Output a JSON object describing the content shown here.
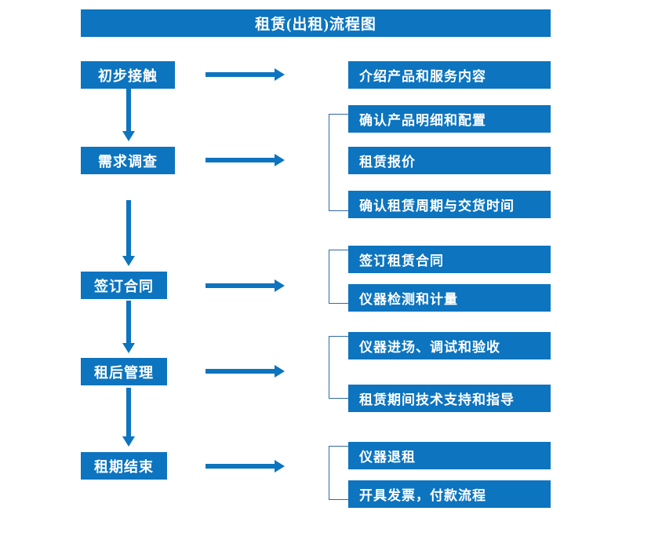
{
  "diagram": {
    "title": "租赁(出租)流程图",
    "accent_color": "#0d74bf",
    "bracket_color": "#2f6aa8",
    "text_color": "#ffffff",
    "background_color": "#ffffff"
  },
  "stages": [
    {
      "label": "初步接触"
    },
    {
      "label": "需求调查"
    },
    {
      "label": "签订合同"
    },
    {
      "label": "租后管理"
    },
    {
      "label": "租期结束"
    }
  ],
  "details": [
    {
      "label": "介绍产品和服务内容"
    },
    {
      "label": "确认产品明细和配置"
    },
    {
      "label": "租赁报价"
    },
    {
      "label": "确认租赁周期与交货时间"
    },
    {
      "label": "签订租赁合同"
    },
    {
      "label": "仪器检测和计量"
    },
    {
      "label": "仪器进场、调试和验收"
    },
    {
      "label": "租赁期间技术支持和指导"
    },
    {
      "label": "仪器退租"
    },
    {
      "label": "开具发票，付款流程"
    }
  ]
}
